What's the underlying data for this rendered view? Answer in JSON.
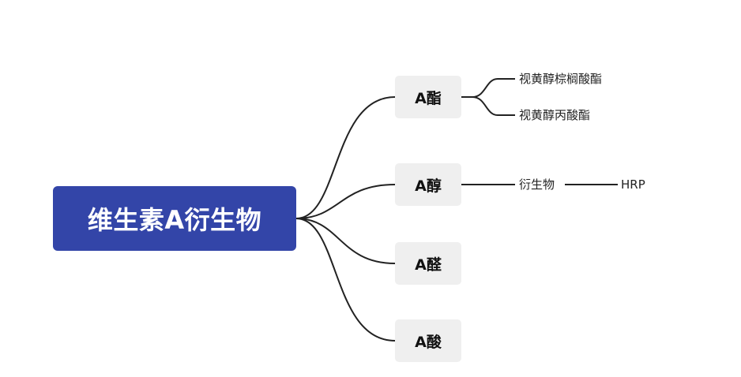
{
  "mindmap": {
    "root": "维生素A衍生物",
    "branches": [
      {
        "label": "A酯",
        "children": [
          "视黄醇棕榈酸酯",
          "视黄醇丙酸酯"
        ]
      },
      {
        "label": "A醇",
        "children": [
          "衍生物"
        ],
        "grandchild": "HRP"
      },
      {
        "label": "A醛",
        "children": []
      },
      {
        "label": "A酸",
        "children": []
      }
    ]
  },
  "colors": {
    "root_fill": "#3345a8",
    "branch_fill": "#efefef",
    "line": "#222222"
  }
}
